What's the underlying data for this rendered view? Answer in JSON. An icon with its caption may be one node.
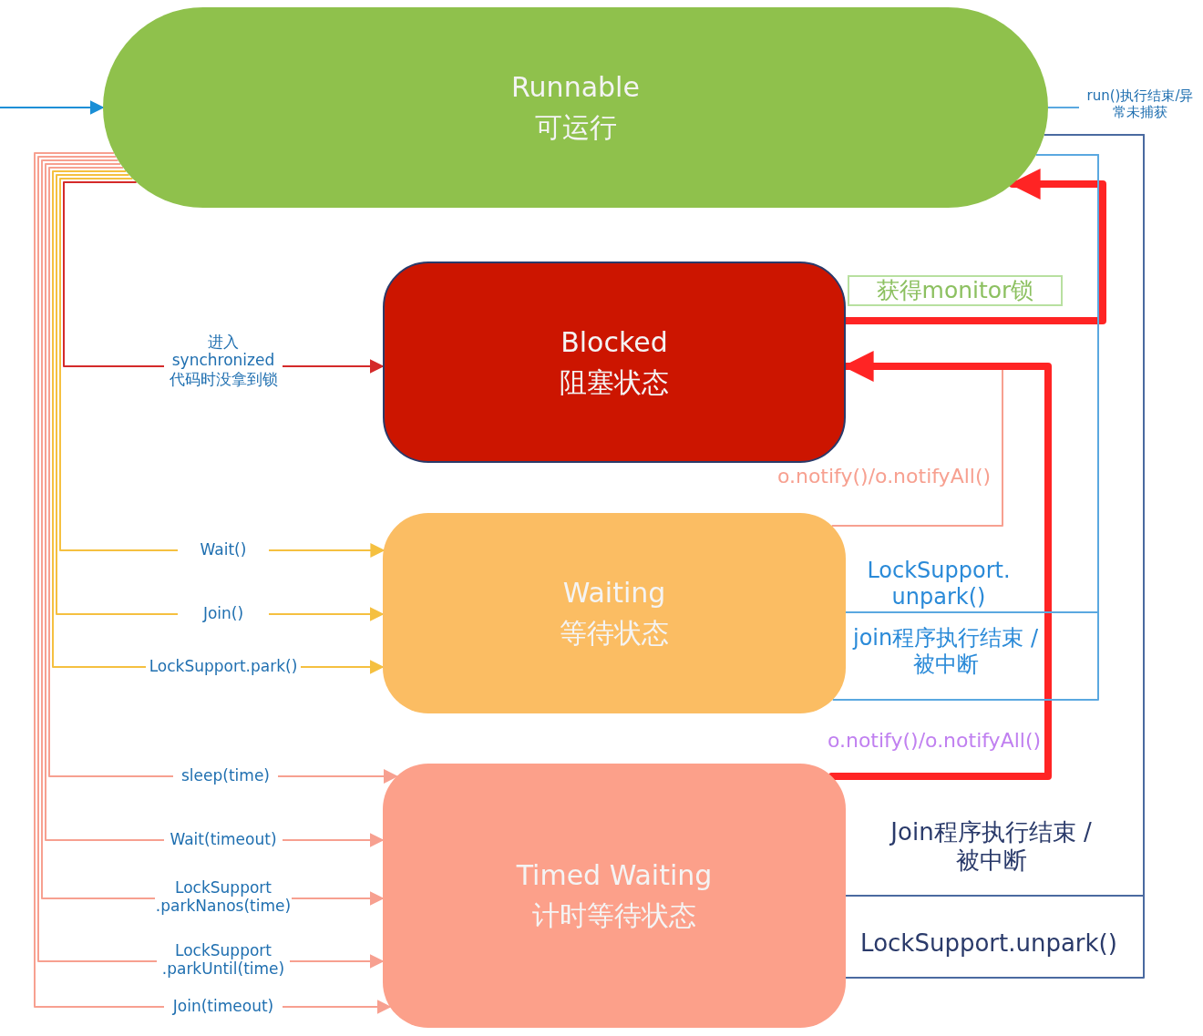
{
  "diagram": {
    "nodes": [
      {
        "text": [
          "Runnable",
          "可运行"
        ]
      },
      {
        "text": [
          "Blocked",
          "阻塞状态"
        ]
      },
      {
        "text": [
          "Waiting",
          "等待状态"
        ]
      },
      {
        "text": [
          "Timed Waiting",
          "计时等待状态"
        ]
      }
    ],
    "edges": [
      {
        "from": null,
        "to": 0,
        "arrow": "to",
        "color": "#1a8fd6"
      },
      {
        "from": 0,
        "to": null,
        "arrow": "none",
        "label": "run()执行结束/异常未捕获",
        "color": "#5aa8e0"
      },
      {
        "from": 0,
        "to": 1,
        "arrow": "to",
        "label": "进入 synchronized 代码时没拿到锁",
        "color": "#d42a2a"
      },
      {
        "from": 0,
        "to": 2,
        "arrow": "to",
        "label": "Wait()",
        "color": "#f5c040"
      },
      {
        "from": 0,
        "to": 2,
        "arrow": "to",
        "label": "Join()",
        "color": "#f5c040"
      },
      {
        "from": 0,
        "to": 2,
        "arrow": "to",
        "label": "LockSupport.park()",
        "color": "#f5c040"
      },
      {
        "from": 0,
        "to": 3,
        "arrow": "to",
        "label": "sleep(time)",
        "color": "#f7a090"
      },
      {
        "from": 0,
        "to": 3,
        "arrow": "to",
        "label": "Wait(timeout)",
        "color": "#f7a090"
      },
      {
        "from": 0,
        "to": 3,
        "arrow": "to",
        "label": "LockSupport .parkNanos(time)",
        "color": "#f7a090"
      },
      {
        "from": 0,
        "to": 3,
        "arrow": "to",
        "label": "LockSupport .parkUntil(time)",
        "color": "#f7a090"
      },
      {
        "from": 0,
        "to": 3,
        "arrow": "to",
        "label": "Join(timeout)",
        "color": "#f7a090"
      },
      {
        "from": 1,
        "to": 0,
        "arrow": "to",
        "label": "获得monitor锁",
        "style": "thick",
        "color": "#ff2424"
      },
      {
        "from": 2,
        "to": 1,
        "arrow": "to",
        "label": "o.notify()/o.notifyAll()",
        "color": "#f7a090"
      },
      {
        "from": 3,
        "to": 1,
        "arrow": "to",
        "label": "o.notify()/o.notifyAll()",
        "style": "thick",
        "color": "#ff2424"
      },
      {
        "from": 2,
        "to": 0,
        "arrow": "none",
        "label": "LockSupport. unpark()",
        "color": "#5aa8e0"
      },
      {
        "from": 2,
        "to": 0,
        "arrow": "none",
        "label": "join程序执行结束 /被中断",
        "color": "#5aa8e0"
      },
      {
        "from": 3,
        "to": 0,
        "arrow": "none",
        "label": "Join程序执行结束 /被中断",
        "color": "#4a6aa0"
      },
      {
        "from": 3,
        "to": 0,
        "arrow": "none",
        "label": "LockSupport.unpark()",
        "color": "#4a6aa0"
      }
    ]
  }
}
